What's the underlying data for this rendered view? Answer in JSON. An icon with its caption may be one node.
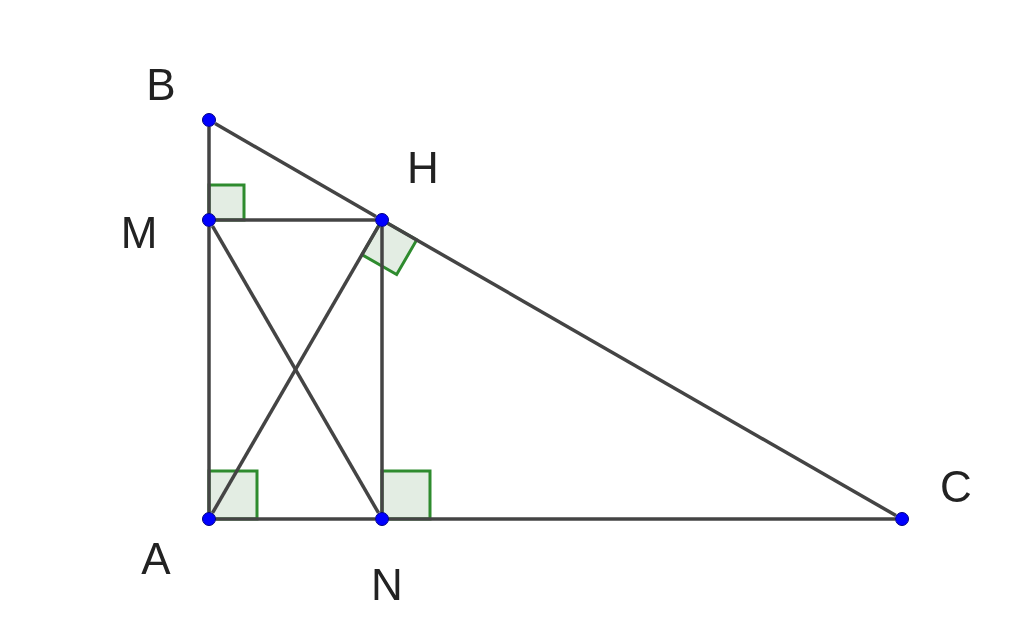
{
  "diagram": {
    "nodes": [
      {
        "text": [
          "B"
        ]
      },
      {
        "text": [
          "M"
        ]
      },
      {
        "text": [
          "H"
        ]
      },
      {
        "text": [
          "A"
        ]
      },
      {
        "text": [
          "N"
        ]
      },
      {
        "text": [
          "C"
        ]
      }
    ],
    "edges": [
      {
        "from": 0,
        "to": 2,
        "arrow": "none"
      },
      {
        "from": 2,
        "to": 5,
        "arrow": "none"
      },
      {
        "from": 0,
        "to": 1,
        "arrow": "none"
      },
      {
        "from": 1,
        "to": 3,
        "arrow": "none"
      },
      {
        "from": 1,
        "to": 2,
        "arrow": "none"
      },
      {
        "from": 2,
        "to": 4,
        "arrow": "none"
      },
      {
        "from": 3,
        "to": 4,
        "arrow": "none"
      },
      {
        "from": 4,
        "to": 5,
        "arrow": "none"
      },
      {
        "from": 3,
        "to": 2,
        "arrow": "none"
      },
      {
        "from": 1,
        "to": 4,
        "arrow": "none"
      }
    ]
  }
}
